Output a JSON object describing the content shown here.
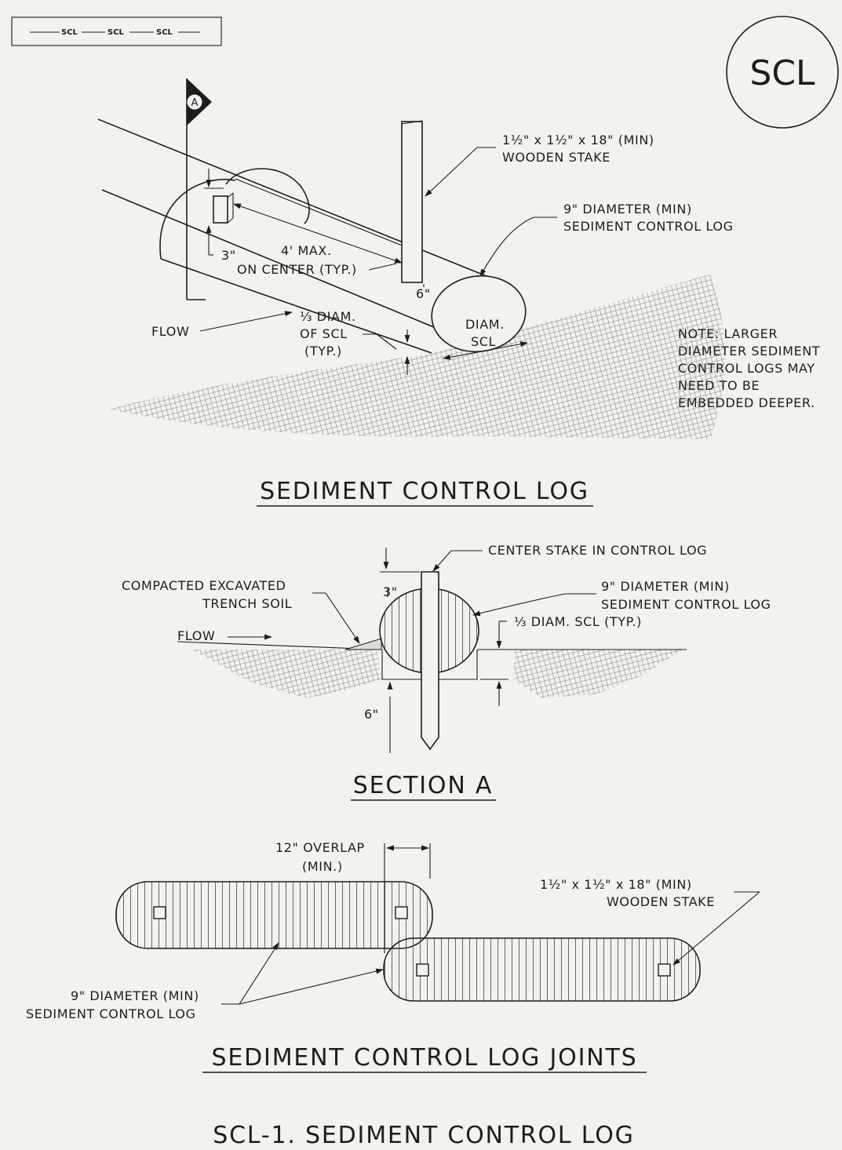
{
  "legend": {
    "symbol": "SCL",
    "text": "SCL"
  },
  "badge": "SCL",
  "section_marker": "A",
  "isometric": {
    "stake_label": [
      "1½\" x 1½\" x 18\" (MIN)",
      "WOODEN STAKE"
    ],
    "log_label": [
      "9\" DIAMETER (MIN)",
      "SEDIMENT CONTROL LOG"
    ],
    "dim_3in": "3\"",
    "spacing": [
      "4' MAX.",
      "ON CENTER (TYP.)"
    ],
    "dim_6in": "6\"",
    "flow": "FLOW",
    "embed": [
      "⅓ DIAM.",
      "OF SCL",
      "(TYP.)"
    ],
    "diam": [
      "DIAM.",
      "SCL"
    ],
    "note": [
      "NOTE: LARGER",
      "DIAMETER SEDIMENT",
      "CONTROL LOGS MAY",
      "NEED TO BE",
      "EMBEDDED DEEPER."
    ],
    "title": "SEDIMENT CONTROL LOG"
  },
  "section": {
    "center_stake": "CENTER STAKE IN CONTROL LOG",
    "soil": [
      "COMPACTED EXCAVATED",
      "TRENCH SOIL"
    ],
    "dim_3in": "3\"",
    "log_label": [
      "9\" DIAMETER (MIN)",
      "SEDIMENT CONTROL LOG"
    ],
    "embed": "⅓ DIAM. SCL (TYP.)",
    "flow": "FLOW",
    "dim_6in": "6\"",
    "title": "SECTION A"
  },
  "joints": {
    "overlap": [
      "12\" OVERLAP",
      "(MIN.)"
    ],
    "stake_label": [
      "1½\" x 1½\" x 18\" (MIN)",
      "WOODEN STAKE"
    ],
    "log_label": [
      "9\" DIAMETER (MIN)",
      "SEDIMENT CONTROL LOG"
    ],
    "title": "SEDIMENT CONTROL LOG JOINTS"
  },
  "sheet_title": "SCL-1. SEDIMENT CONTROL LOG"
}
